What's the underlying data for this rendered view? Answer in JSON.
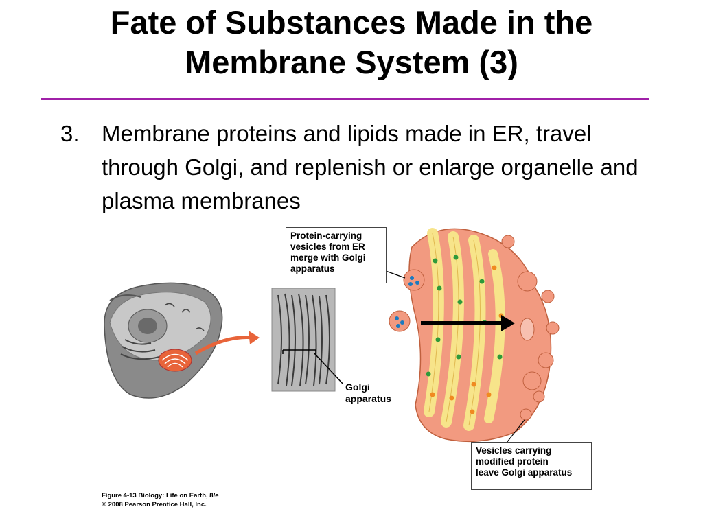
{
  "slide": {
    "title_line1": "Fate of Substances Made in the",
    "title_line2": "Membrane System (3)",
    "bullet_number": "3.",
    "bullet_text": "Membrane proteins and lipids made in ER, travel through Golgi, and replenish or enlarge organelle and plasma membranes"
  },
  "figure": {
    "callout_top": [
      "Protein-carrying",
      "vesicles from ER",
      "merge with Golgi",
      "apparatus"
    ],
    "golgi_label": [
      "Golgi",
      "apparatus"
    ],
    "callout_bottom": [
      "Vesicles carrying",
      "modified protein",
      "leave Golgi apparatus"
    ],
    "caption_line1": "Figure 4-13  Biology: Life on Earth, 8/e",
    "caption_line2": "© 2008 Pearson Prentice Hall, Inc."
  },
  "colors": {
    "rule": "#a020a8",
    "golgi_fill": "#f29a80",
    "cisterna_fill": "#f7e48a",
    "vesicle_green": "#2e9a3a",
    "vesicle_orange": "#f08a20",
    "vesicle_blue": "#1a7ac0"
  }
}
